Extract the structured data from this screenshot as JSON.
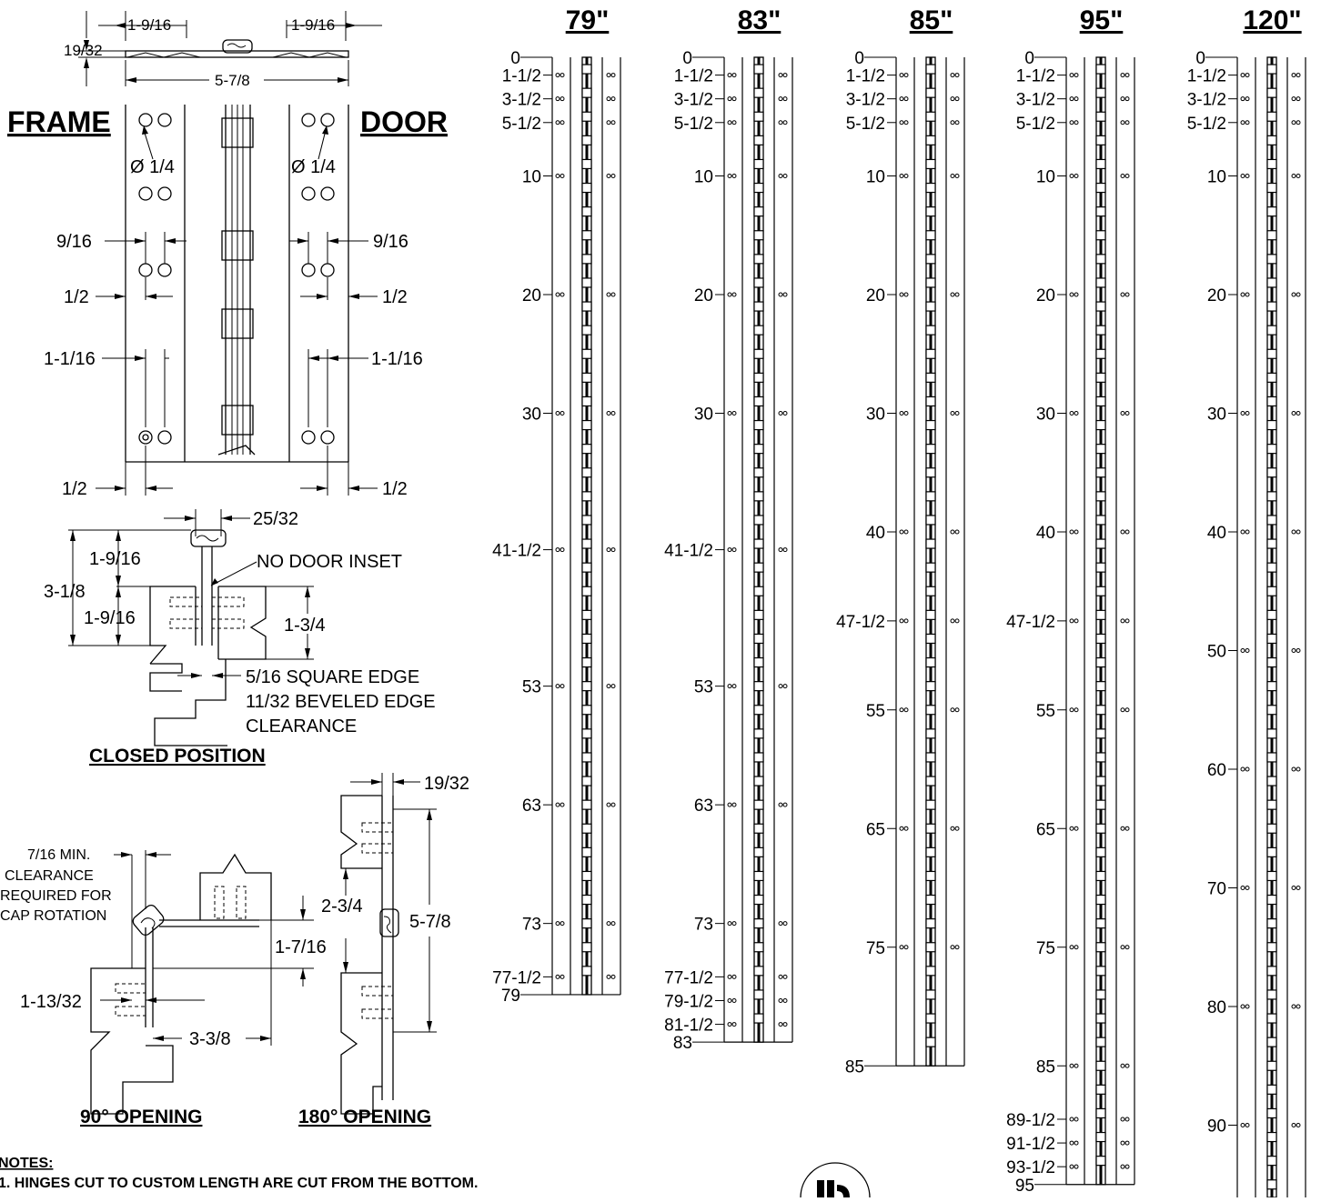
{
  "top_detail": {
    "dim_left": "1-9/16",
    "dim_right": "1-9/16",
    "height": "19/32",
    "width": "5-7/8"
  },
  "face_view": {
    "frame_label": "FRAME",
    "door_label": "DOOR",
    "hole_dia_left": "Ø 1/4",
    "hole_dia_right": "Ø 1/4",
    "dim_9_16_left": "9/16",
    "dim_9_16_right": "9/16",
    "dim_1_2_left": "1/2",
    "dim_1_2_right": "1/2",
    "dim_1_1_16_left": "1-1/16",
    "dim_1_1_16_right": "1-1/16",
    "dim_1_2_bottom_left": "1/2",
    "dim_1_2_bottom_right": "1/2"
  },
  "closed_view": {
    "dim_25_32": "25/32",
    "dim_1_9_16_top": "1-9/16",
    "dim_3_1_8": "3-1/8",
    "dim_1_9_16_bottom": "1-9/16",
    "dim_1_3_4": "1-3/4",
    "no_inset": "NO DOOR INSET",
    "edge_line1": "5/16 SQUARE EDGE",
    "edge_line2": "11/32 BEVELED EDGE",
    "edge_line3": "CLEARANCE",
    "caption": "CLOSED POSITION"
  },
  "opening_90": {
    "note1": "7/16 MIN.",
    "note2": "CLEARANCE",
    "note3": "REQUIRED FOR",
    "note4": "CAP ROTATION",
    "dim_1_13_32": "1-13/32",
    "dim_3_3_8": "3-3/8",
    "dim_1_7_16": "1-7/16",
    "caption": "90° OPENING"
  },
  "opening_180": {
    "dim_19_32": "19/32",
    "dim_2_3_4": "2-3/4",
    "dim_5_7_8": "5-7/8",
    "caption": "180° OPENING"
  },
  "notes": {
    "title": "NOTES:",
    "line1": "1. HINGES CUT TO CUSTOM LENGTH ARE CUT FROM THE BOTTOM."
  },
  "hinge_lengths": [
    {
      "title": "79\"",
      "length": 79,
      "marks": [
        "0",
        "1-1/2",
        "3-1/2",
        "5-1/2",
        "10",
        "20",
        "30",
        "41-1/2",
        "53",
        "63",
        "73",
        "77-1/2",
        "79"
      ]
    },
    {
      "title": "83\"",
      "length": 83,
      "marks": [
        "0",
        "1-1/2",
        "3-1/2",
        "5-1/2",
        "10",
        "20",
        "30",
        "41-1/2",
        "53",
        "63",
        "73",
        "77-1/2",
        "79-1/2",
        "81-1/2",
        "83"
      ]
    },
    {
      "title": "85\"",
      "length": 85,
      "marks": [
        "0",
        "1-1/2",
        "3-1/2",
        "5-1/2",
        "10",
        "20",
        "30",
        "40",
        "47-1/2",
        "55",
        "65",
        "75",
        "85"
      ]
    },
    {
      "title": "95\"",
      "length": 95,
      "marks": [
        "0",
        "1-1/2",
        "3-1/2",
        "5-1/2",
        "10",
        "20",
        "30",
        "40",
        "47-1/2",
        "55",
        "65",
        "75",
        "85",
        "89-1/2",
        "91-1/2",
        "93-1/2",
        "95"
      ]
    },
    {
      "title": "120\"",
      "length": 120,
      "marks": [
        "0",
        "1-1/2",
        "3-1/2",
        "5-1/2",
        "10",
        "20",
        "30",
        "40",
        "50",
        "60",
        "70",
        "80",
        "90"
      ]
    }
  ]
}
